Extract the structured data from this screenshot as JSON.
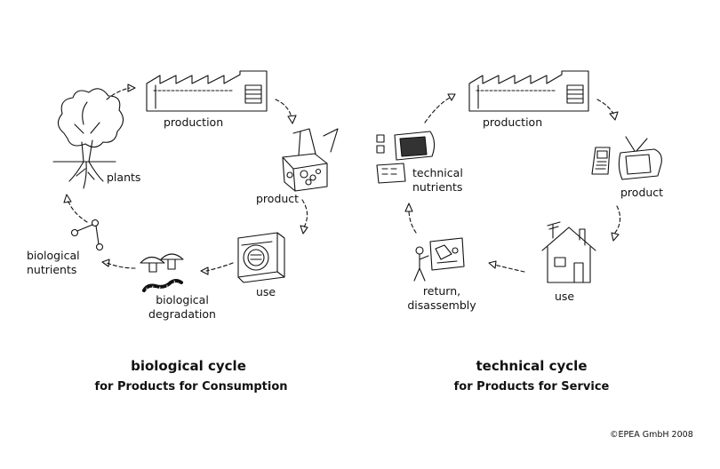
{
  "biological_cycle": {
    "title": "biological cycle",
    "subtitle": "for Products for Consumption",
    "nodes": {
      "production": "production",
      "product": "product",
      "use": "use",
      "degradation": [
        "biological",
        "degradation"
      ],
      "nutrients": [
        "biological",
        "nutrients"
      ],
      "plants": "plants"
    },
    "icons": [
      "factory-icon",
      "packaging-box-icon",
      "washing-machine-icon",
      "mushrooms-icon",
      "worm-icon",
      "molecule-icon",
      "tree-icon"
    ]
  },
  "technical_cycle": {
    "title": "technical cycle",
    "subtitle": "for Products for Service",
    "nodes": {
      "production": "production",
      "product": "product",
      "use": "use",
      "return": [
        "return,",
        "disassembly"
      ],
      "nutrients": [
        "technical",
        "nutrients"
      ]
    },
    "icons": [
      "factory-icon",
      "tv-icon",
      "phone-icon",
      "house-icon",
      "person-disassembling-icon",
      "circuit-board-icon"
    ]
  },
  "copyright": "©EPEA GmbH 2008",
  "colors": {
    "ink": "#111111",
    "background": "#ffffff"
  }
}
